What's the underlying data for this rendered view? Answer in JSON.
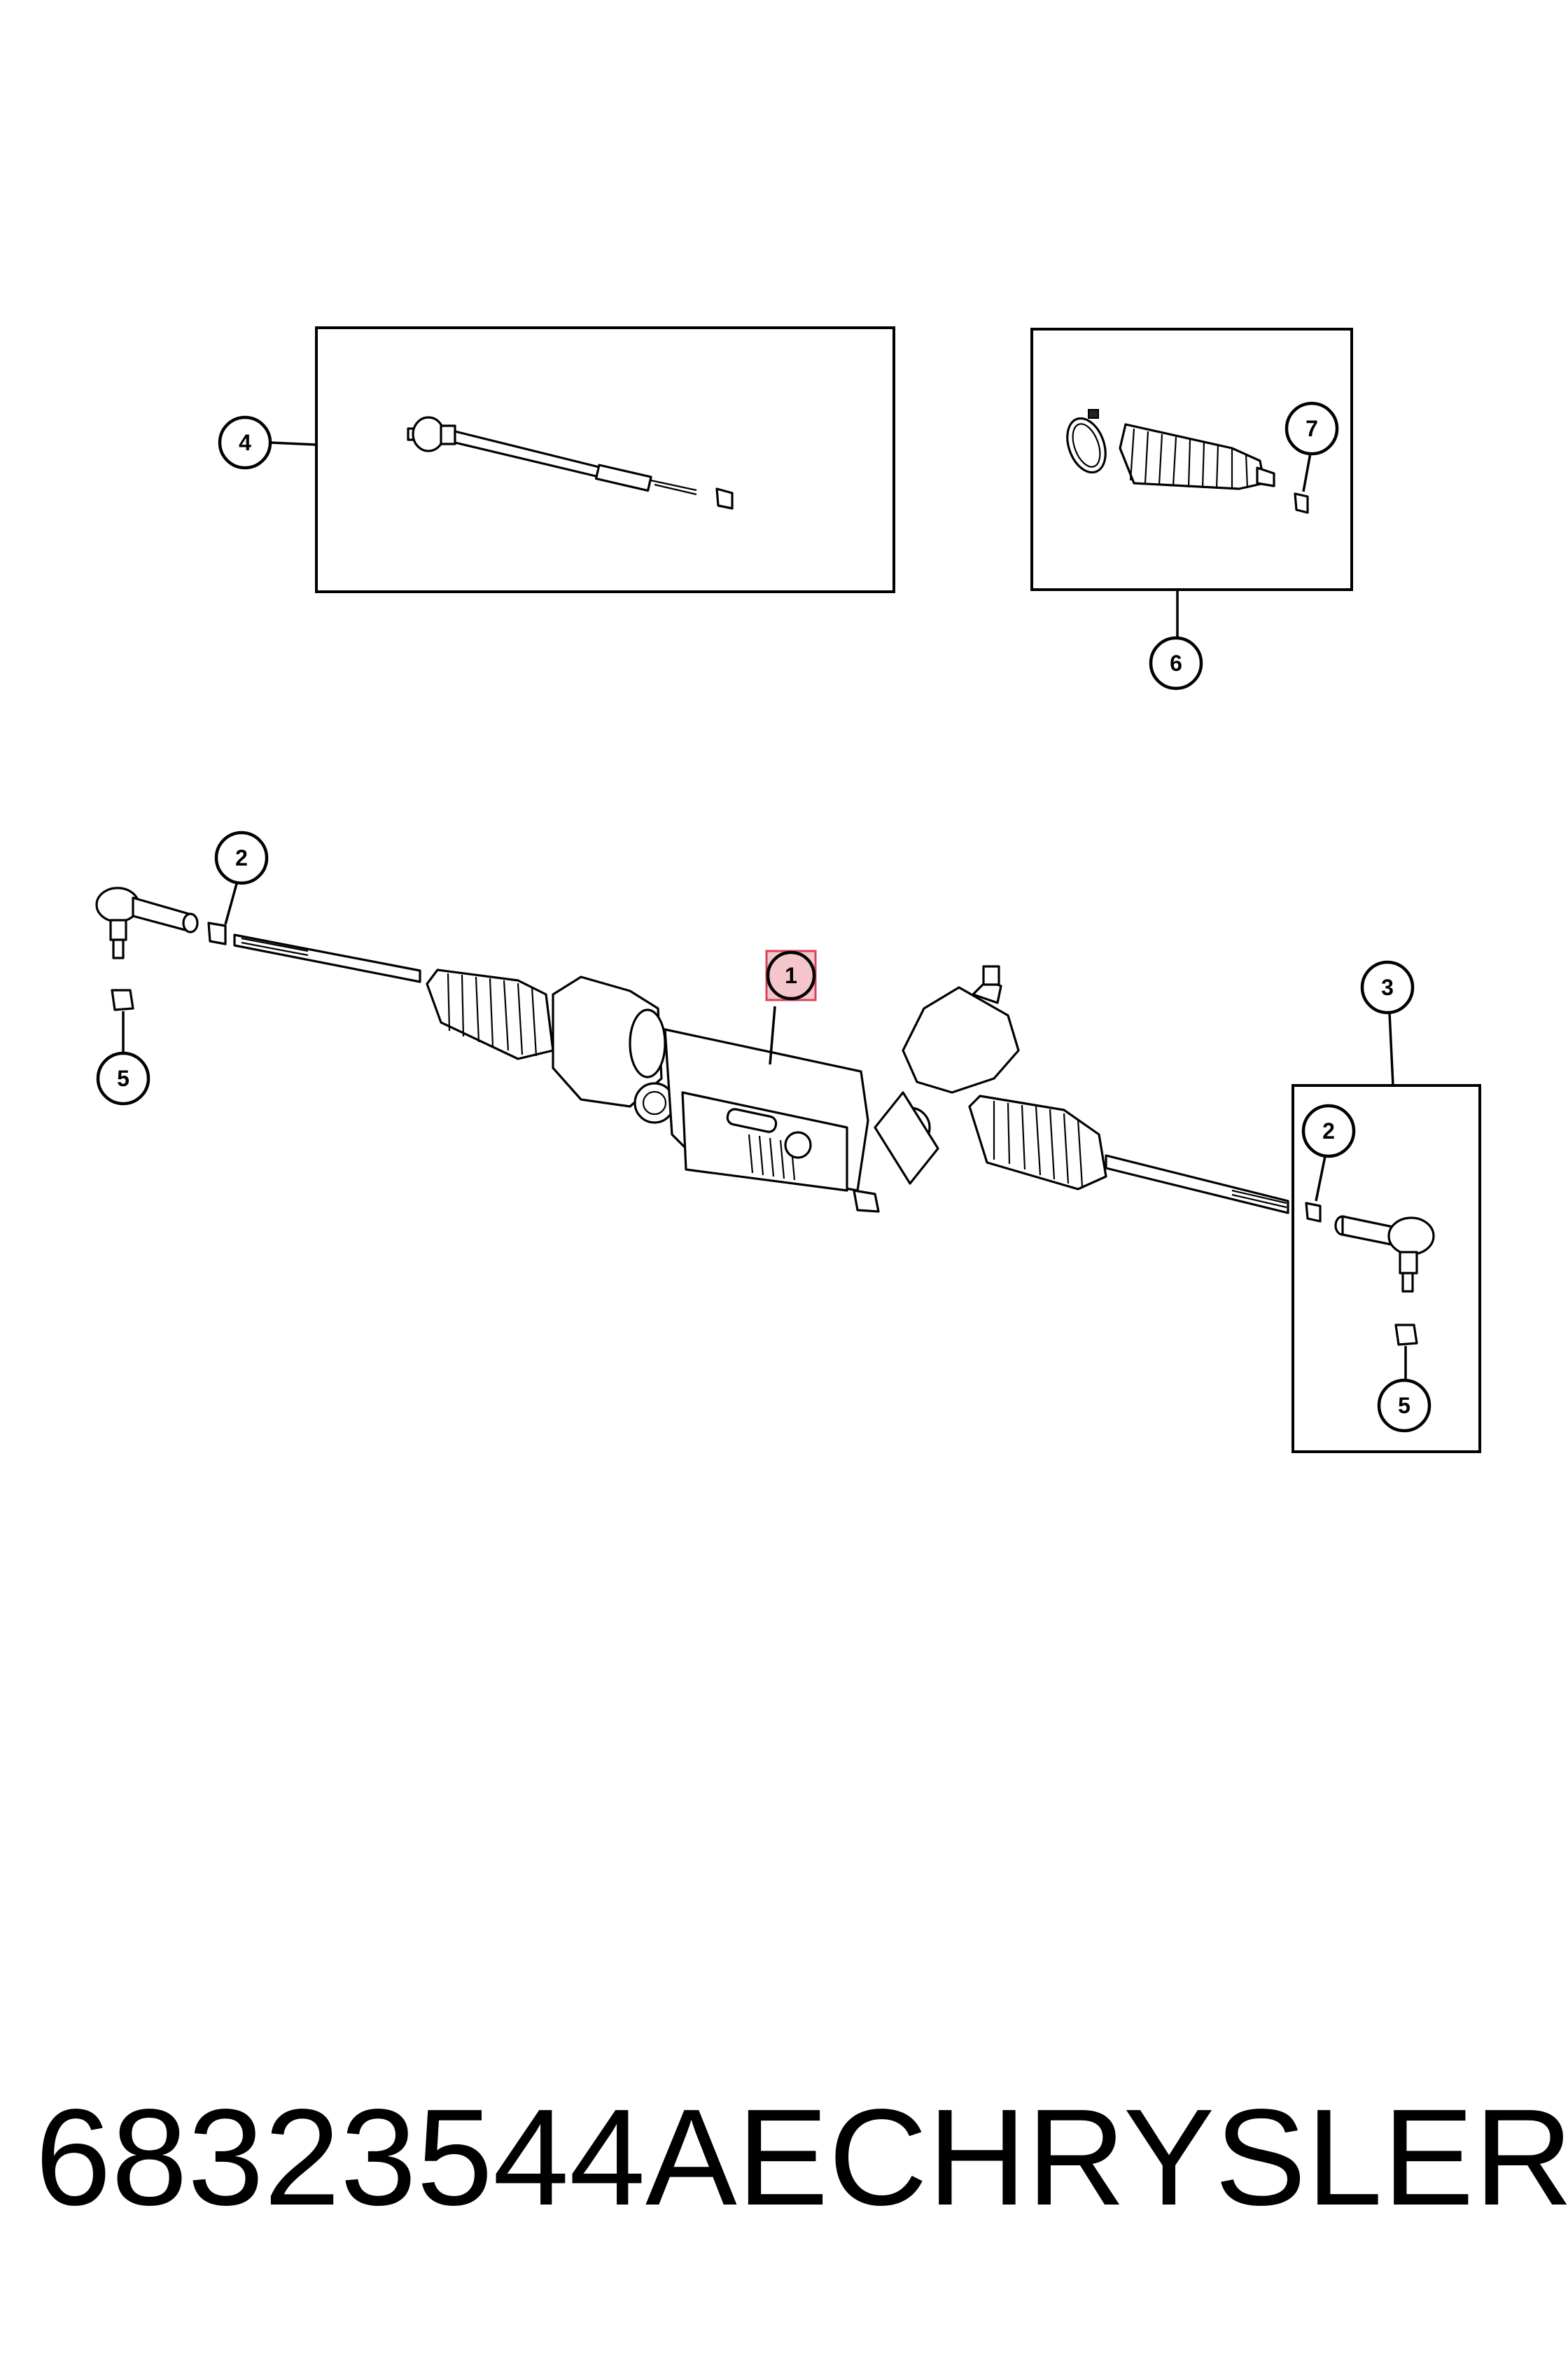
{
  "callouts": {
    "c1": "1",
    "c2_left": "2",
    "c2_right": "2",
    "c3": "3",
    "c4": "4",
    "c5_left": "5",
    "c5_right": "5",
    "c6": "6",
    "c7": "7"
  },
  "highlight_color": "#f4c6cc",
  "highlight_stroke": "#d9435a",
  "footer": {
    "part_number": "68323544AE",
    "brand": "CHRYSLER"
  }
}
